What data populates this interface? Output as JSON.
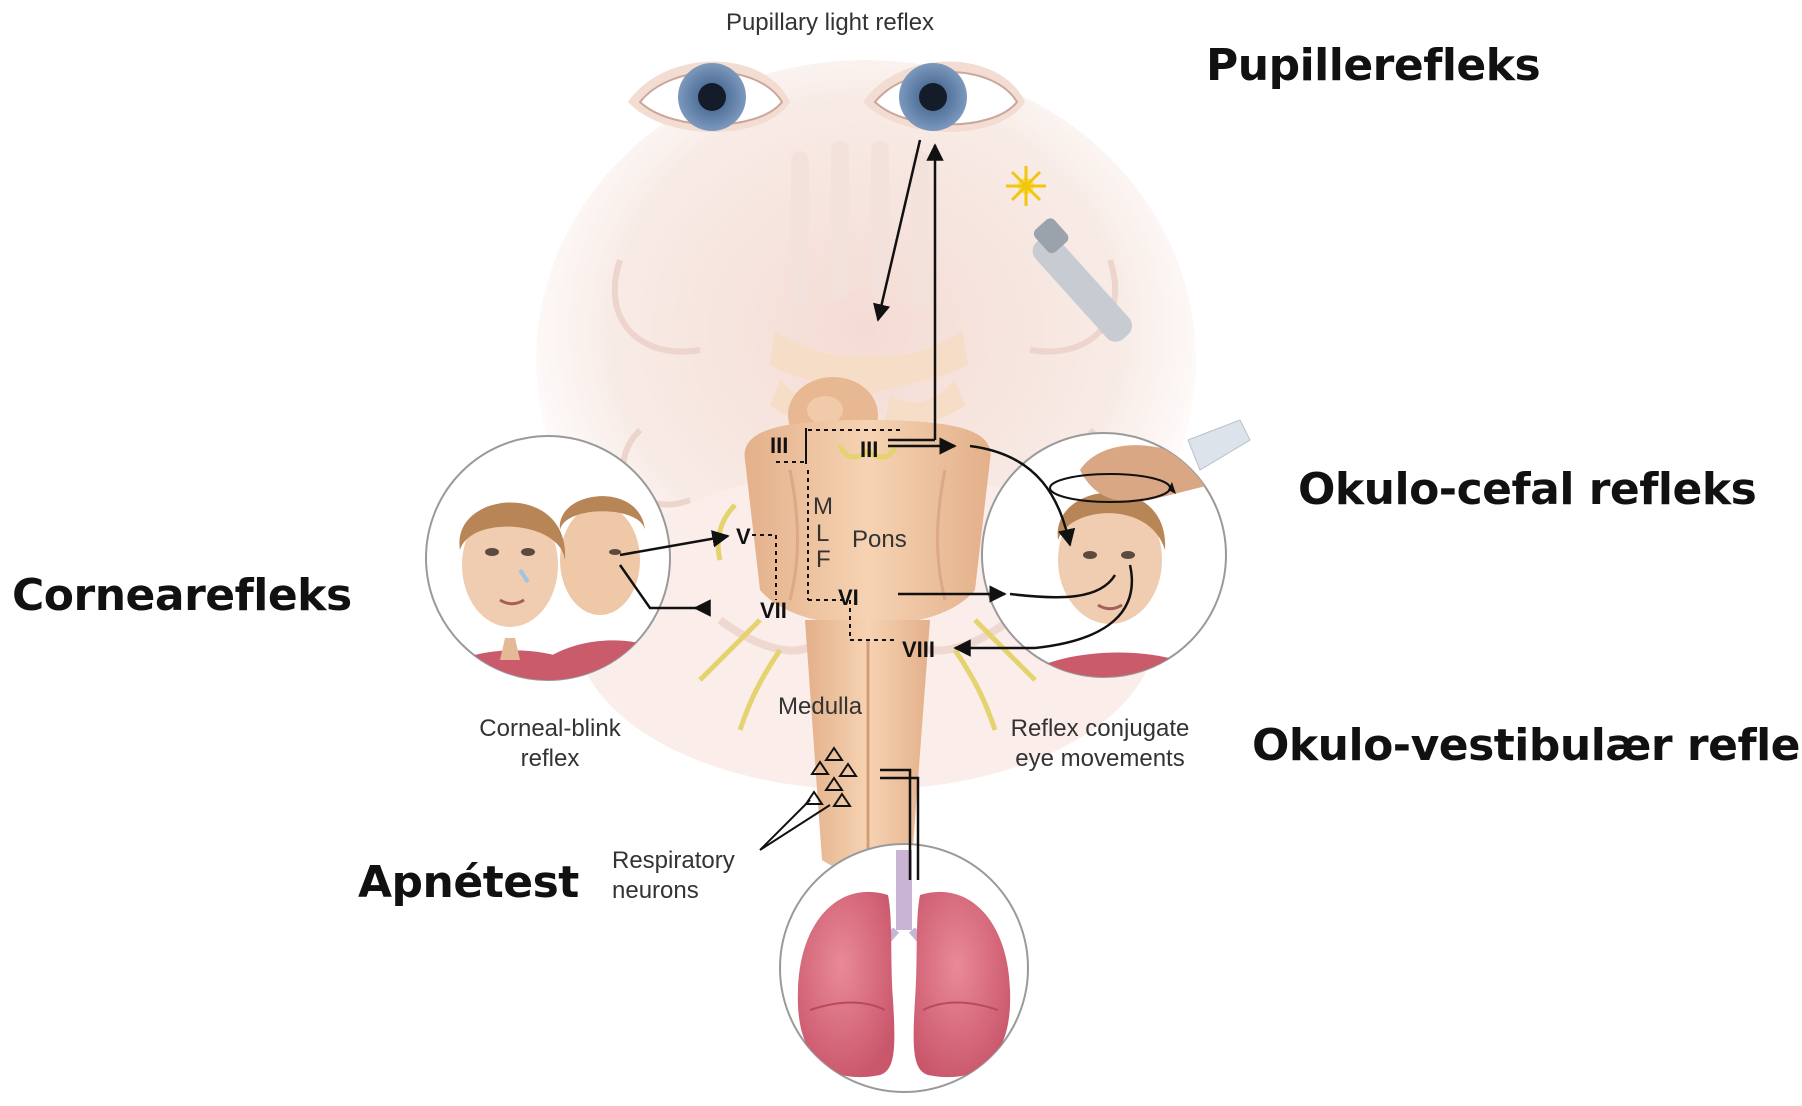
{
  "labels_norwegian": {
    "pupil": "Pupillerefleks",
    "cornea": "Cornearefleks",
    "oculocephalic": "Okulo-cefal refleks",
    "oculovestibular": "Okulo-vestibulær refleks",
    "apnea": "Apnétest"
  },
  "figure": {
    "pupillary_reflex": "Pupillary light reflex",
    "corneal_blink": "Corneal-blink\nreflex",
    "conjugate_eye": "Reflex conjugate\neye movements",
    "respiratory_neurons": "Respiratory\nneurons",
    "pons": "Pons",
    "medulla": "Medulla",
    "mlf": [
      "M",
      "L",
      "F"
    ],
    "nerves": {
      "n3_left": "III",
      "n3_right": "III",
      "n5": "V",
      "n6": "VI",
      "n7": "VII",
      "n8": "VIII"
    }
  },
  "colors": {
    "brainstem": "#efc7a1",
    "brain": "#f6e6e0",
    "nerve": "#e8d97a",
    "lung": "#d9687a",
    "iris": "#5f7fa8",
    "skin": "#eec8a7",
    "shirt": "#c95b6b"
  }
}
